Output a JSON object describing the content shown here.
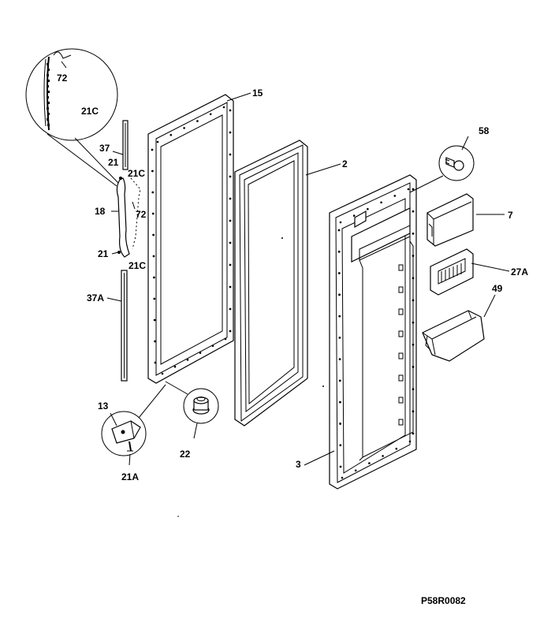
{
  "callouts": {
    "c72_top": "72",
    "c21c_detail": "21C",
    "c15": "15",
    "c37": "37",
    "c21_top": "21",
    "c21c_a": "21C",
    "c18": "18",
    "c72_mid": "72",
    "c21_bottom": "21",
    "c21c_b": "21C",
    "c37a": "37A",
    "c2": "2",
    "c58": "58",
    "c7": "7",
    "c27a": "27A",
    "c49": "49",
    "c13": "13",
    "c22": "22",
    "c21a": "21A",
    "c3": "3"
  },
  "drawing_code": "P58R0082"
}
